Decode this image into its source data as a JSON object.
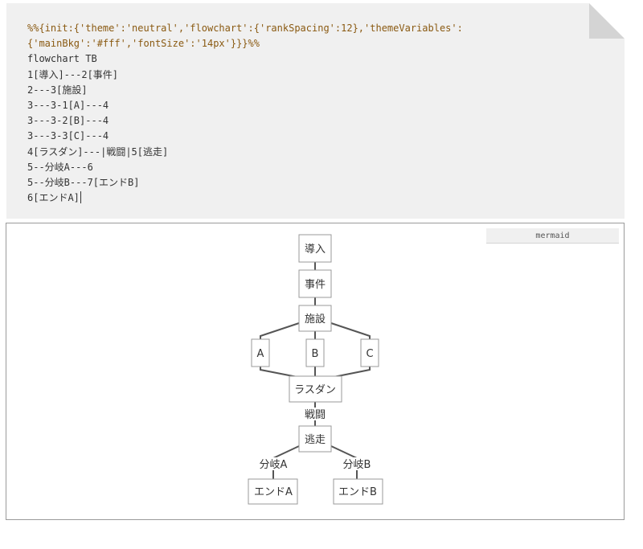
{
  "editor": {
    "directive_lines": [
      "%%{init:{'theme':'neutral','flowchart':{'rankSpacing':12},'themeVariables':",
      "{'mainBkg':'#fff','fontSize':'14px'}}}%%"
    ],
    "code_lines": [
      "flowchart TB",
      "1[導入]---2[事件]",
      "2---3[施設]",
      "3---3-1[A]---4",
      "3---3-2[B]---4",
      "3---3-3[C]---4",
      "4[ラスダン]---|戦闘|5[逃走]",
      "5--分岐A---6",
      "5--分岐B---7[エンドB]",
      "6[エンドA]"
    ]
  },
  "preview": {
    "tag_label": "mermaid",
    "nodes": {
      "n1": "導入",
      "n2": "事件",
      "n3": "施設",
      "a": "A",
      "b": "B",
      "c": "C",
      "n4": "ラスダン",
      "n5": "逃走",
      "n6": "エンドA",
      "n7": "エンドB"
    },
    "edge_labels": {
      "battle": "戦闘",
      "branch_a": "分岐A",
      "branch_b": "分岐B"
    }
  }
}
